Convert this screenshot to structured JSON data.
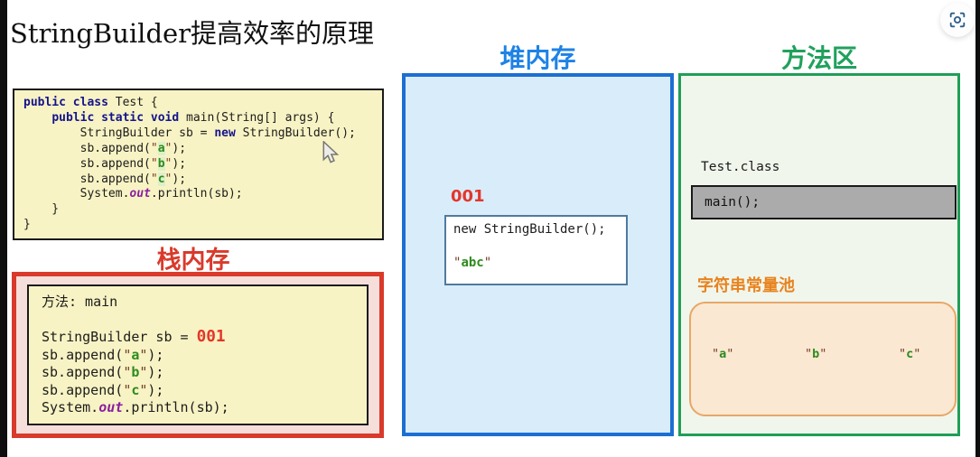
{
  "page": {
    "title": "StringBuilder提高效率的原理"
  },
  "topbar": {
    "screenshot_button": "screenshot-capture",
    "icon_color": "#2d5f8f"
  },
  "colors": {
    "stack_red": "#d93a2b",
    "heap_blue": "#1c6fd2",
    "method_green": "#1f9e58",
    "pool_orange": "#e8831f",
    "address_red": "#e3362a",
    "code_bg": "#f8f3c4"
  },
  "code_block": {
    "lines": [
      [
        {
          "c": "kw",
          "t": "public class "
        },
        {
          "c": "pl",
          "t": "Test {"
        }
      ],
      [
        {
          "c": "pl",
          "t": "    "
        },
        {
          "c": "kw",
          "t": "public static void "
        },
        {
          "c": "pl",
          "t": "main(String[] args) {"
        }
      ],
      [
        {
          "c": "pl",
          "t": "        StringBuilder sb = "
        },
        {
          "c": "kw",
          "t": "new"
        },
        {
          "c": "pl",
          "t": " StringBuilder();"
        }
      ],
      [
        {
          "c": "pl",
          "t": "        sb.append("
        },
        {
          "c": "q",
          "t": "\""
        },
        {
          "c": "s",
          "t": "a"
        },
        {
          "c": "q",
          "t": "\""
        },
        {
          "c": "pl",
          "t": ");"
        }
      ],
      [
        {
          "c": "pl",
          "t": "        sb.append("
        },
        {
          "c": "q",
          "t": "\""
        },
        {
          "c": "s",
          "t": "b"
        },
        {
          "c": "q",
          "t": "\""
        },
        {
          "c": "pl",
          "t": ");"
        }
      ],
      [
        {
          "c": "pl",
          "t": "        sb.append("
        },
        {
          "c": "q",
          "t": "\""
        },
        {
          "c": "s",
          "t": "c"
        },
        {
          "c": "q",
          "t": "\""
        },
        {
          "c": "pl",
          "t": ");"
        }
      ],
      [
        {
          "c": "pl",
          "t": "        System."
        },
        {
          "c": "out",
          "t": "out"
        },
        {
          "c": "pl",
          "t": ".println(sb);"
        }
      ],
      [
        {
          "c": "pl",
          "t": "    }"
        }
      ],
      [
        {
          "c": "pl",
          "t": "}"
        }
      ]
    ]
  },
  "stack": {
    "label": "栈内存",
    "frame_lines": [
      [
        {
          "c": "pl",
          "t": "方法: main"
        }
      ],
      [],
      [
        {
          "c": "pl",
          "t": "StringBuilder sb = "
        },
        {
          "c": "ref",
          "t": "001"
        }
      ],
      [
        {
          "c": "pl",
          "t": "sb.append("
        },
        {
          "c": "q",
          "t": "\""
        },
        {
          "c": "s",
          "t": "a"
        },
        {
          "c": "q",
          "t": "\""
        },
        {
          "c": "pl",
          "t": ");"
        }
      ],
      [
        {
          "c": "pl",
          "t": "sb.append("
        },
        {
          "c": "q",
          "t": "\""
        },
        {
          "c": "s",
          "t": "b"
        },
        {
          "c": "q",
          "t": "\""
        },
        {
          "c": "pl",
          "t": ");"
        }
      ],
      [
        {
          "c": "pl",
          "t": "sb.append("
        },
        {
          "c": "q",
          "t": "\""
        },
        {
          "c": "s",
          "t": "c"
        },
        {
          "c": "q",
          "t": "\""
        },
        {
          "c": "pl",
          "t": ");"
        }
      ],
      [
        {
          "c": "pl",
          "t": "System."
        },
        {
          "c": "out",
          "t": "out"
        },
        {
          "c": "pl",
          "t": ".println(sb);"
        }
      ]
    ]
  },
  "heap": {
    "label": "堆内存",
    "address": "001",
    "object_lines": [
      [
        {
          "c": "pl",
          "t": "new StringBuilder();"
        }
      ],
      [],
      [
        {
          "c": "q",
          "t": "\""
        },
        {
          "c": "s",
          "t": "abc"
        },
        {
          "c": "q",
          "t": "\""
        }
      ]
    ]
  },
  "method_area": {
    "label": "方法区",
    "class_name": "Test.class",
    "method_label": "main();",
    "pool": {
      "label": "字符串常量池",
      "items": [
        [
          {
            "c": "q",
            "t": "\""
          },
          {
            "c": "s",
            "t": "a"
          },
          {
            "c": "q",
            "t": "\""
          }
        ],
        [
          {
            "c": "q",
            "t": "\""
          },
          {
            "c": "s",
            "t": "b"
          },
          {
            "c": "q",
            "t": "\""
          }
        ],
        [
          {
            "c": "q",
            "t": "\""
          },
          {
            "c": "s",
            "t": "c"
          },
          {
            "c": "q",
            "t": "\""
          }
        ]
      ]
    }
  }
}
